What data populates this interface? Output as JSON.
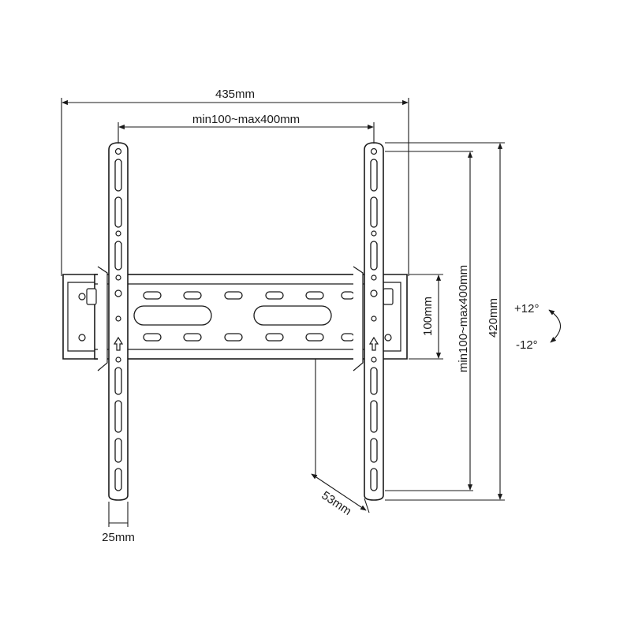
{
  "dimensions": {
    "overall_width": "435mm",
    "vesa_width": "min100~max400mm",
    "rail_height": "100mm",
    "vesa_height": "min100~max400mm",
    "overall_height": "420mm",
    "arm_width": "25mm",
    "depth": "53mm"
  },
  "tilt": {
    "up": "+12°",
    "down": "-12°"
  }
}
